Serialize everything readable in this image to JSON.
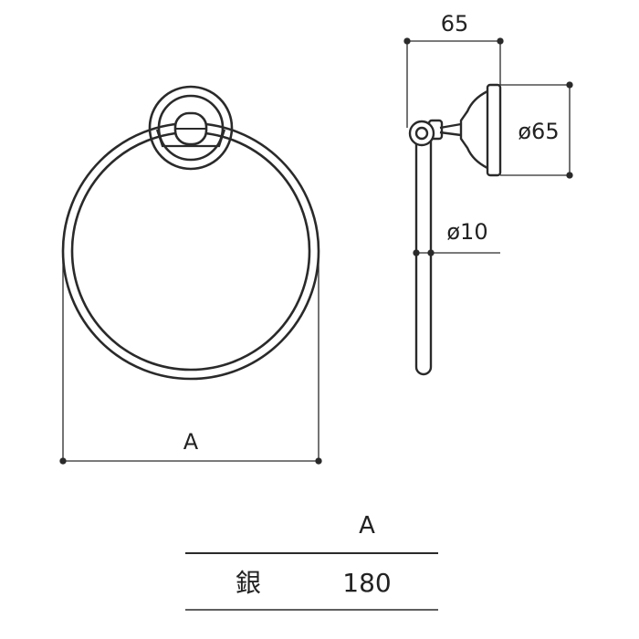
{
  "dimensions": {
    "depth": "65",
    "plate_diameter": "ø65",
    "ring_rod_diameter": "ø10",
    "ring_width": "A"
  },
  "table": {
    "header": "A",
    "rows": [
      {
        "material": "銀",
        "value": "180"
      }
    ]
  },
  "colors": {
    "line": "#2a2a2a"
  }
}
